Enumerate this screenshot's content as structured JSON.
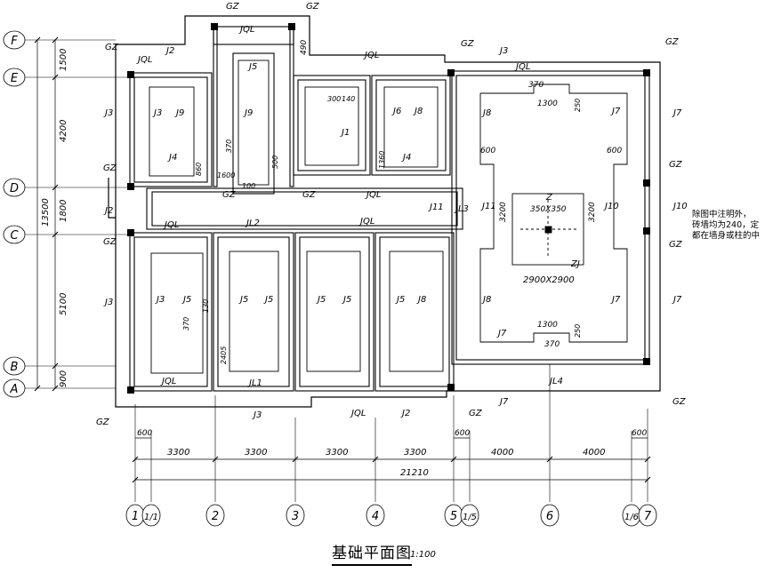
{
  "drawing": {
    "title": "基础平面图",
    "scale": "1:100",
    "note_lines": [
      "除图中注明外，",
      "砖墙均为240，定",
      "都在墙身或柱的中"
    ]
  },
  "axes": {
    "vertical": [
      "1",
      "1/1",
      "2",
      "3",
      "4",
      "5",
      "1/5",
      "6",
      "1/6",
      "7"
    ],
    "horizontal": [
      "F",
      "E",
      "D",
      "C",
      "B",
      "A"
    ]
  },
  "dimensions": {
    "bottom_segments": [
      "3300",
      "3300",
      "3300",
      "3300",
      "4000",
      "4000"
    ],
    "bottom_total": "21210",
    "col_offsets": [
      "600",
      "600",
      "600"
    ],
    "left_segments": [
      "1500",
      "4200",
      "1800",
      "5100",
      "900"
    ],
    "left_total": "13500"
  },
  "labels": {
    "GZ": "GZ",
    "JQL": "JQL",
    "JL1": "JL1",
    "JL2": "JL2",
    "JL3": "JL3",
    "JL4": "JL4",
    "J1": "J1",
    "J2": "J2",
    "J3": "J3",
    "J4": "J4",
    "J5": "J5",
    "J6": "J6",
    "J7": "J7",
    "J8": "J8",
    "J9": "J9",
    "J10": "J10",
    "J11": "J11",
    "Z": "Z",
    "ZJ": "ZJ",
    "col_size": "350X350",
    "pad_size": "2900X2900",
    "d300": "300",
    "d140": "140",
    "d370": "370",
    "d860": "860",
    "d1600": "1600",
    "d100": "100",
    "d500": "500",
    "d1360": "1360",
    "d490": "490",
    "d1300": "1300",
    "d250": "250",
    "d3200": "3200",
    "d130": "130",
    "d2405": "2405",
    "d600": "600"
  }
}
